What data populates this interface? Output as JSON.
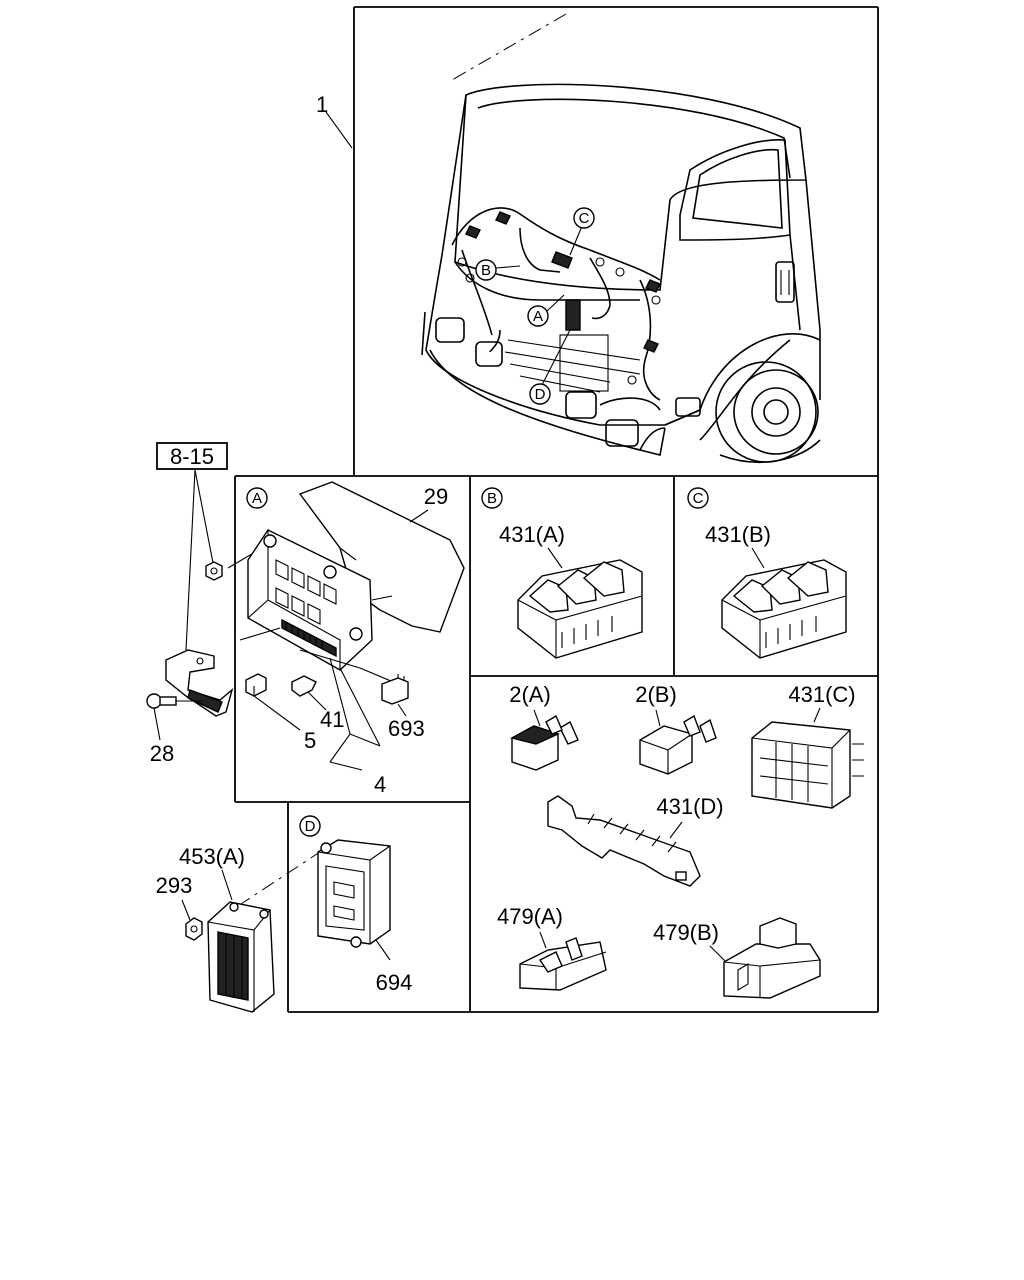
{
  "callouts": {
    "assembly": "1",
    "ref_section": "8-15",
    "bolt": "28",
    "harness_cover": "29",
    "fuse_box_a": "5",
    "relay_41": "41",
    "harness_4": "4",
    "relay_693": "693",
    "connector_431a": "431(A)",
    "connector_431b": "431(B)",
    "relay_2a": "2(A)",
    "relay_2b": "2(B)",
    "connector_431c": "431(C)",
    "connector_431d": "431(D)",
    "connector_479a": "479(A)",
    "connector_479b": "479(B)",
    "bracket_453a": "453(A)",
    "nut_293": "293",
    "module_694": "694"
  },
  "detail_markers": {
    "a": "A",
    "b": "B",
    "c": "C",
    "d": "D"
  }
}
